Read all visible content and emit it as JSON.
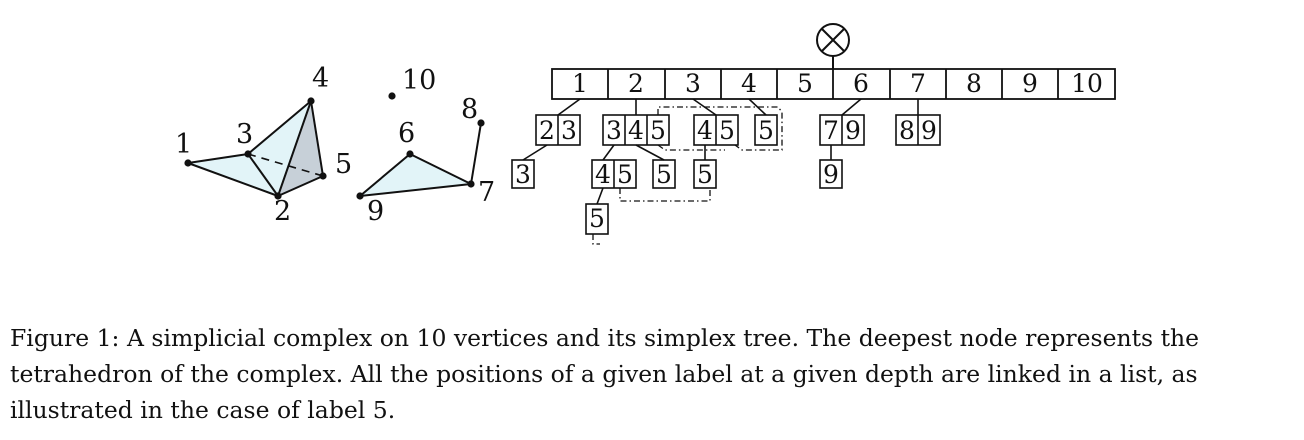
{
  "complex": {
    "vertex_labels": [
      "1",
      "2",
      "3",
      "4",
      "5",
      "6",
      "7",
      "8",
      "9",
      "10"
    ]
  },
  "tree": {
    "root_symbol": "⊗",
    "root_labels": [
      "1",
      "2",
      "3",
      "4",
      "5",
      "6",
      "7",
      "8",
      "9",
      "10"
    ],
    "depth2": {
      "under_1": [
        "2",
        "3"
      ],
      "under_2": [
        "3",
        "4",
        "5"
      ],
      "under_3": [
        "4",
        "5"
      ],
      "under_4": [
        "5"
      ],
      "under_6": [
        "7",
        "9"
      ],
      "under_7": [
        "8",
        "9"
      ]
    },
    "depth3": {
      "under_1_2": [
        "3"
      ],
      "under_2_3": [
        "4",
        "5"
      ],
      "under_2_4": [
        "5"
      ],
      "under_3_4": [
        "5"
      ],
      "under_6_7": [
        "9"
      ]
    },
    "depth4": {
      "under_2_3_4": [
        "5"
      ]
    }
  },
  "caption": {
    "text": "Figure 1: A simplicial complex on 10 vertices and its simplex tree. The deepest node represents the tetrahedron of the complex. All the positions of a given label at a given depth are linked in a list, as illustrated in the case of label 5."
  }
}
